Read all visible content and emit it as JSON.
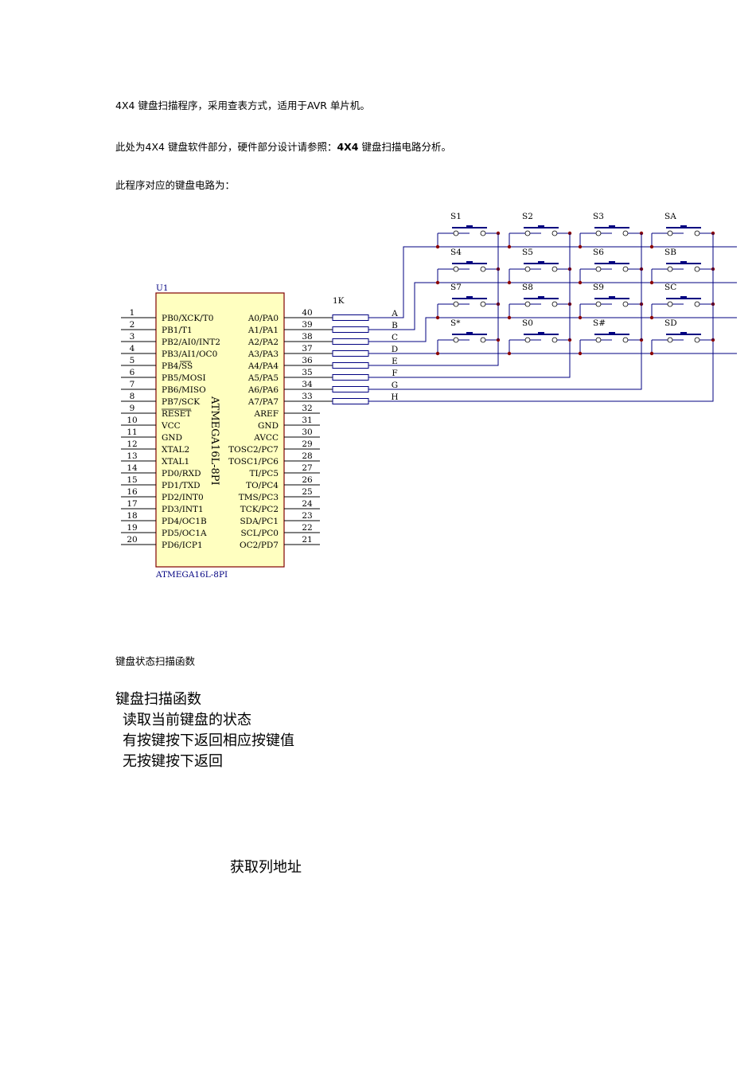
{
  "intro": {
    "line1": "4X4 键盘扫描程序，采用查表方式，适用于AVR 单片机。",
    "line2_a": "此处为4X4 键盘软件部分，硬件部分设计请参照：",
    "line2_b": "4X4",
    "line2_c": " 键盘扫描电路分析。",
    "line3": "此程序对应的键盘电路为："
  },
  "schematic": {
    "chip_ref": "U1",
    "chip_name": "ATMEGA16L-8PI",
    "chip_caption": "ATMEGA16L-8PI",
    "resistor_label": "1K",
    "left_pins": [
      {
        "num": "1",
        "name": "PB0/XCK/T0"
      },
      {
        "num": "2",
        "name": "PB1/T1"
      },
      {
        "num": "3",
        "name": "PB2/AI0/INT2"
      },
      {
        "num": "4",
        "name": "PB3/AI1/OC0"
      },
      {
        "num": "5",
        "name": "PB4/SS"
      },
      {
        "num": "6",
        "name": "PB5/MOSI"
      },
      {
        "num": "7",
        "name": "PB6/MISO"
      },
      {
        "num": "8",
        "name": "PB7/SCK"
      },
      {
        "num": "9",
        "name": "RESET"
      },
      {
        "num": "10",
        "name": "VCC"
      },
      {
        "num": "11",
        "name": "GND"
      },
      {
        "num": "12",
        "name": "XTAL2"
      },
      {
        "num": "13",
        "name": "XTAL1"
      },
      {
        "num": "14",
        "name": "PD0/RXD"
      },
      {
        "num": "15",
        "name": "PD1/TXD"
      },
      {
        "num": "16",
        "name": "PD2/INT0"
      },
      {
        "num": "17",
        "name": "PD3/INT1"
      },
      {
        "num": "18",
        "name": "PD4/OC1B"
      },
      {
        "num": "19",
        "name": "PD5/OC1A"
      },
      {
        "num": "20",
        "name": "PD6/ICP1"
      }
    ],
    "right_pins": [
      {
        "num": "40",
        "name": "A0/PA0"
      },
      {
        "num": "39",
        "name": "A1/PA1"
      },
      {
        "num": "38",
        "name": "A2/PA2"
      },
      {
        "num": "37",
        "name": "A3/PA3"
      },
      {
        "num": "36",
        "name": "A4/PA4"
      },
      {
        "num": "35",
        "name": "A5/PA5"
      },
      {
        "num": "34",
        "name": "A6/PA6"
      },
      {
        "num": "33",
        "name": "A7/PA7"
      },
      {
        "num": "32",
        "name": "AREF"
      },
      {
        "num": "31",
        "name": "GND"
      },
      {
        "num": "30",
        "name": "AVCC"
      },
      {
        "num": "29",
        "name": "TOSC2/PC7"
      },
      {
        "num": "28",
        "name": "TOSC1/PC6"
      },
      {
        "num": "27",
        "name": "TI/PC5"
      },
      {
        "num": "26",
        "name": "TO/PC4"
      },
      {
        "num": "25",
        "name": "TMS/PC3"
      },
      {
        "num": "24",
        "name": "TCK/PC2"
      },
      {
        "num": "23",
        "name": "SDA/PC1"
      },
      {
        "num": "22",
        "name": "SCL/PC0"
      },
      {
        "num": "21",
        "name": "OC2/PD7"
      }
    ],
    "net_labels": [
      "A",
      "B",
      "C",
      "D",
      "E",
      "F",
      "G",
      "H"
    ],
    "switches": [
      [
        "S1",
        "S2",
        "S3",
        "SA"
      ],
      [
        "S4",
        "S5",
        "S6",
        "SB"
      ],
      [
        "S7",
        "S8",
        "S9",
        "SC"
      ],
      [
        "S*",
        "S0",
        "S#",
        "SD"
      ]
    ],
    "colors": {
      "chip_fill": "#ffffc0",
      "chip_label": "#000080",
      "junction": "#8b0000",
      "wire": "#000080"
    }
  },
  "section_caption": "键盘状态扫描函数",
  "flow": {
    "title": "键盘扫描函数",
    "lines": [
      "读取当前键盘的状态",
      "有按键按下返回相应按键值",
      "无按键按下返回"
    ],
    "step": "获取列地址"
  }
}
